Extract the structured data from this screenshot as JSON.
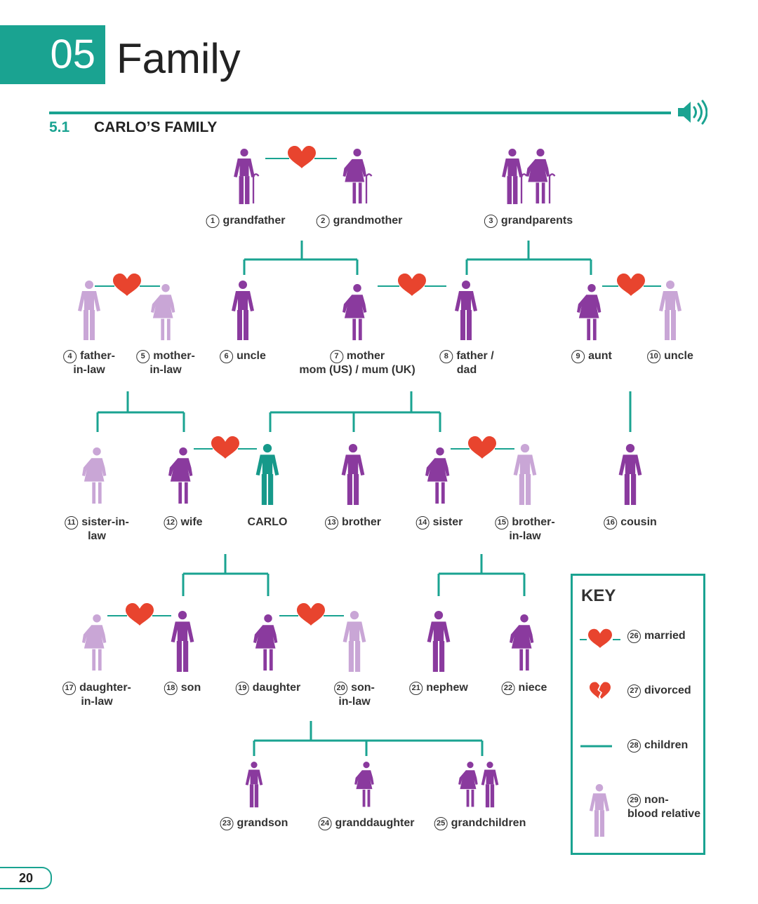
{
  "chapter": {
    "number": "05",
    "title": "Family"
  },
  "section": {
    "number": "5.1",
    "title": "CARLO’S FAMILY"
  },
  "page_number": "20",
  "colors": {
    "teal": "#1aa391",
    "purple": "#8a3a9e",
    "light_purple": "#c9a6d6",
    "carlo": "#16998a",
    "heart": "#e8442e"
  },
  "icons": [
    "speaker-icon",
    "heart-icon",
    "broken-heart-icon",
    "person-icon"
  ],
  "members": [
    {
      "num": "1",
      "lines": [
        "grandfather"
      ]
    },
    {
      "num": "2",
      "lines": [
        "grandmother"
      ]
    },
    {
      "num": "3",
      "lines": [
        "grandparents"
      ]
    },
    {
      "num": "4",
      "lines": [
        "father-",
        "in-law"
      ]
    },
    {
      "num": "5",
      "lines": [
        "mother-",
        "in-law"
      ]
    },
    {
      "num": "6",
      "lines": [
        "uncle"
      ]
    },
    {
      "num": "7",
      "lines": [
        "mother",
        "mom (US) / mum (UK)"
      ]
    },
    {
      "num": "8",
      "lines": [
        "father /",
        "dad"
      ]
    },
    {
      "num": "9",
      "lines": [
        "aunt"
      ]
    },
    {
      "num": "10",
      "lines": [
        "uncle"
      ]
    },
    {
      "num": "",
      "lines": [
        "CARLO"
      ]
    },
    {
      "num": "11",
      "lines": [
        "sister-in-",
        "law"
      ]
    },
    {
      "num": "12",
      "lines": [
        "wife"
      ]
    },
    {
      "num": "13",
      "lines": [
        "brother"
      ]
    },
    {
      "num": "14",
      "lines": [
        "sister"
      ]
    },
    {
      "num": "15",
      "lines": [
        "brother-",
        "in-law"
      ]
    },
    {
      "num": "16",
      "lines": [
        "cousin"
      ]
    },
    {
      "num": "17",
      "lines": [
        "daughter-",
        "in-law"
      ]
    },
    {
      "num": "18",
      "lines": [
        "son"
      ]
    },
    {
      "num": "19",
      "lines": [
        "daughter"
      ]
    },
    {
      "num": "20",
      "lines": [
        "son-",
        "in-law"
      ]
    },
    {
      "num": "21",
      "lines": [
        "nephew"
      ]
    },
    {
      "num": "22",
      "lines": [
        "niece"
      ]
    },
    {
      "num": "23",
      "lines": [
        "grandson"
      ]
    },
    {
      "num": "24",
      "lines": [
        "granddaughter"
      ]
    },
    {
      "num": "25",
      "lines": [
        "grandchildren"
      ]
    }
  ],
  "key": {
    "title": "KEY",
    "items": [
      {
        "num": "26",
        "lines": [
          "married"
        ]
      },
      {
        "num": "27",
        "lines": [
          "divorced"
        ]
      },
      {
        "num": "28",
        "lines": [
          "children"
        ]
      },
      {
        "num": "29",
        "lines": [
          "non-",
          "blood relative"
        ]
      }
    ]
  }
}
